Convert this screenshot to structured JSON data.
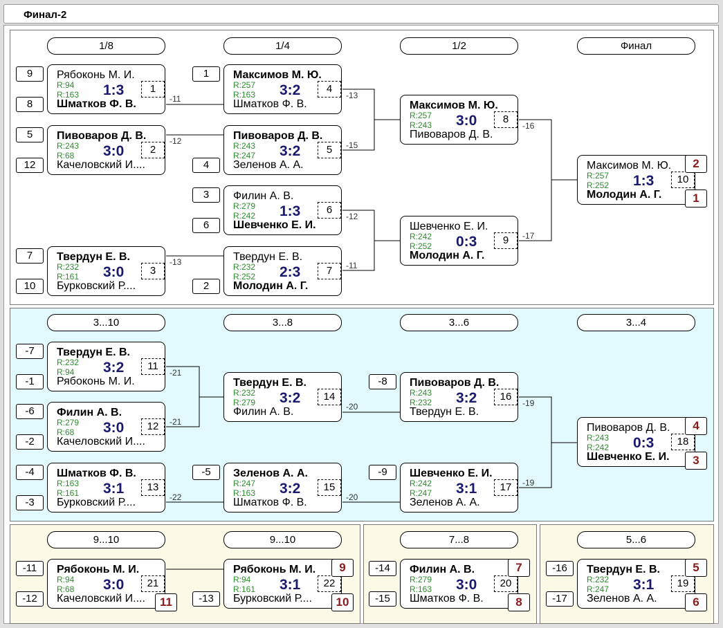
{
  "title": "Финал-2",
  "rounds": {
    "main": [
      "1/8",
      "1/4",
      "1/2",
      "Финал"
    ],
    "consolation": [
      "3...10",
      "3...8",
      "3...6",
      "3...4"
    ],
    "r9_10": [
      "9...10",
      "9...10"
    ],
    "r7_8": [
      "7...8"
    ],
    "r5_6": [
      "5...6"
    ]
  },
  "matches": [
    {
      "top": "Рябоконь М. И.",
      "bot": "Шматков Ф. В.",
      "ra": "R:94",
      "rb": "R:163",
      "score": "1:3",
      "num": "1",
      "win": "bot",
      "seed_top": "9",
      "seed_bot": "8",
      "next": "-11"
    },
    {
      "top": "Пивоваров Д. В.",
      "bot": "Качеловский И....",
      "ra": "R:243",
      "rb": "R:68",
      "score": "3:0",
      "num": "2",
      "win": "top",
      "seed_top": "5",
      "seed_bot": "12",
      "next": "-12"
    },
    {
      "top": "Твердун Е. В.",
      "bot": "Бурковский Р....",
      "ra": "R:232",
      "rb": "R:161",
      "score": "3:0",
      "num": "3",
      "win": "top",
      "seed_top": "7",
      "seed_bot": "10",
      "next": "-13"
    },
    {
      "top": "Максимов М. Ю.",
      "bot": "Шматков Ф. В.",
      "ra": "R:257",
      "rb": "R:163",
      "score": "3:2",
      "num": "4",
      "win": "top",
      "seed_top": "1",
      "next": "-13"
    },
    {
      "top": "Пивоваров Д. В.",
      "bot": "Зеленов А. А.",
      "ra": "R:243",
      "rb": "R:247",
      "score": "3:2",
      "num": "5",
      "win": "top",
      "seed_bot": "4",
      "next": "-15"
    },
    {
      "top": "Филин А. В.",
      "bot": "Шевченко Е. И.",
      "ra": "R:279",
      "rb": "R:242",
      "score": "1:3",
      "num": "6",
      "win": "bot",
      "seed_top": "3",
      "seed_bot": "6",
      "next": "-12"
    },
    {
      "top": "Твердун Е. В.",
      "bot": "Молодин А. Г.",
      "ra": "R:232",
      "rb": "R:252",
      "score": "2:3",
      "num": "7",
      "win": "bot",
      "seed_bot": "2",
      "next": "-11"
    },
    {
      "top": "Максимов М. Ю.",
      "bot": "Пивоваров Д. В.",
      "ra": "R:257",
      "rb": "R:243",
      "score": "3:0",
      "num": "8",
      "win": "top",
      "next": "-16"
    },
    {
      "top": "Шевченко Е. И.",
      "bot": "Молодин А. Г.",
      "ra": "R:242",
      "rb": "R:252",
      "score": "0:3",
      "num": "9",
      "win": "bot",
      "next": "-17"
    },
    {
      "top": "Максимов М. Ю.",
      "bot": "Молодин А. Г.",
      "ra": "R:257",
      "rb": "R:252",
      "score": "1:3",
      "num": "10",
      "win": "bot",
      "place_top": "2",
      "place_bot": "1"
    },
    {
      "top": "Твердун Е. В.",
      "bot": "Рябоконь М. И.",
      "ra": "R:232",
      "rb": "R:94",
      "score": "3:2",
      "num": "11",
      "win": "top",
      "seed_top": "-7",
      "seed_bot": "-1",
      "next": "-21"
    },
    {
      "top": "Филин А. В.",
      "bot": "Качеловский И....",
      "ra": "R:279",
      "rb": "R:68",
      "score": "3:0",
      "num": "12",
      "win": "top",
      "seed_top": "-6",
      "seed_bot": "-2",
      "next": "-21"
    },
    {
      "top": "Шматков Ф. В.",
      "bot": "Бурковский Р....",
      "ra": "R:163",
      "rb": "R:161",
      "score": "3:1",
      "num": "13",
      "win": "top",
      "seed_top": "-4",
      "seed_bot": "-3",
      "next": "-22"
    },
    {
      "top": "Твердун Е. В.",
      "bot": "Филин А. В.",
      "ra": "R:232",
      "rb": "R:279",
      "score": "3:2",
      "num": "14",
      "win": "top",
      "next": "-20"
    },
    {
      "top": "Зеленов А. А.",
      "bot": "Шматков Ф. В.",
      "ra": "R:247",
      "rb": "R:163",
      "score": "3:2",
      "num": "15",
      "win": "top",
      "seed_top": "-5",
      "next": "-20"
    },
    {
      "top": "Пивоваров Д. В.",
      "bot": "Твердун Е. В.",
      "ra": "R:243",
      "rb": "R:232",
      "score": "3:2",
      "num": "16",
      "win": "top",
      "seed_top": "-8",
      "next": "-19"
    },
    {
      "top": "Шевченко Е. И.",
      "bot": "Зеленов А. А.",
      "ra": "R:242",
      "rb": "R:247",
      "score": "3:1",
      "num": "17",
      "win": "top",
      "seed_top": "-9",
      "next": "-19"
    },
    {
      "top": "Пивоваров Д. В.",
      "bot": "Шевченко Е. И.",
      "ra": "R:243",
      "rb": "R:242",
      "score": "0:3",
      "num": "18",
      "win": "bot",
      "place_top": "4",
      "place_bot": "3"
    },
    {
      "top": "Рябоконь М. И.",
      "bot": "Качеловский И....",
      "ra": "R:94",
      "rb": "R:68",
      "score": "3:0",
      "num": "21",
      "win": "top",
      "seed_top": "-11",
      "seed_bot": "-12",
      "place_bot": "11"
    },
    {
      "top": "Рябоконь М. И.",
      "bot": "Бурковский Р....",
      "ra": "R:94",
      "rb": "R:161",
      "score": "3:1",
      "num": "22",
      "win": "top",
      "seed_bot": "-13",
      "place_top": "9",
      "place_bot": "10"
    },
    {
      "top": "Филин А. В.",
      "bot": "Шматков Ф. В.",
      "ra": "R:279",
      "rb": "R:163",
      "score": "3:0",
      "num": "20",
      "win": "top",
      "seed_top": "-14",
      "seed_bot": "-15",
      "place_top": "7",
      "place_bot": "8"
    },
    {
      "top": "Твердун Е. В.",
      "bot": "Зеленов А. А.",
      "ra": "R:232",
      "rb": "R:247",
      "score": "3:1",
      "num": "19",
      "win": "top",
      "seed_top": "-16",
      "seed_bot": "-17",
      "place_top": "5",
      "place_bot": "6"
    }
  ],
  "colors": {
    "score": "#1a1a6e",
    "rating": "#2e8b2e",
    "place": "#8b1a1a",
    "consolation_bg": "#e2f9fd",
    "lower_bg": "#fbfae6"
  }
}
